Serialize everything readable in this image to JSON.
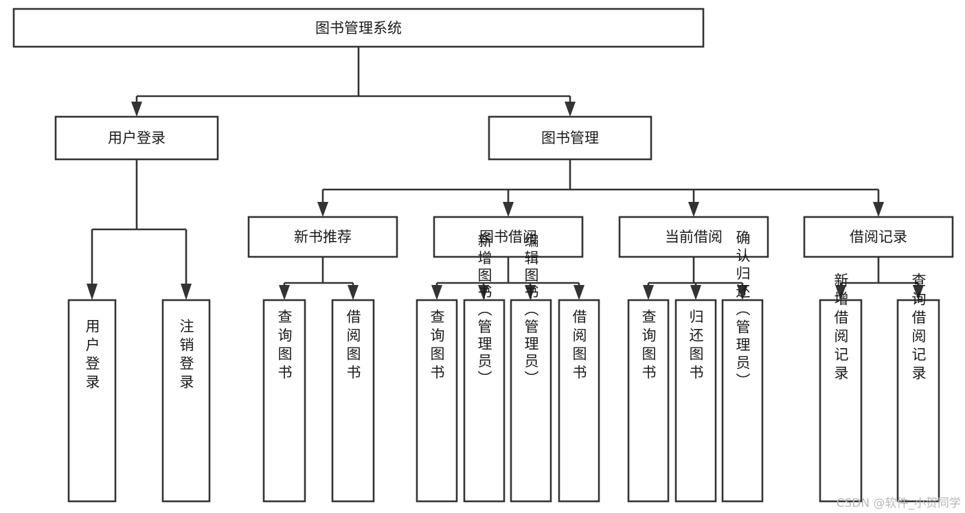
{
  "diagram": {
    "title": "图书管理系统",
    "type": "tree-hierarchy-chart",
    "root": {
      "label": "图书管理系统"
    },
    "level2": [
      {
        "label": "用户登录"
      },
      {
        "label": "图书管理"
      }
    ],
    "level3": [
      {
        "label": "新书推荐"
      },
      {
        "label": "图书借阅"
      },
      {
        "label": "当前借阅"
      },
      {
        "label": "借阅记录"
      }
    ],
    "leaves_user_login": [
      {
        "label": "用户登录"
      },
      {
        "label": "注销登录"
      }
    ],
    "leaves_new_book": [
      {
        "label": "查询图书"
      },
      {
        "label": "借阅图书"
      }
    ],
    "leaves_borrow": [
      {
        "label": "查询图书"
      },
      {
        "label": "新增图书（管理员）"
      },
      {
        "label": "编辑图书（管理员）"
      },
      {
        "label": "借阅图书"
      }
    ],
    "leaves_current": [
      {
        "label": "查询图书"
      },
      {
        "label": "归还图书"
      },
      {
        "label": "确认归还（管理员）"
      }
    ],
    "leaves_records": [
      {
        "label": "新增借阅记录"
      },
      {
        "label": "查询借阅记录"
      }
    ]
  },
  "watermark": {
    "text": "CSDN @软件_小贺同学"
  },
  "colors": {
    "box_stroke": "#333333",
    "box_fill": "#ffffff",
    "text": "#1a1a1a",
    "watermark": "#b8b8b8",
    "background": "#ffffff"
  }
}
